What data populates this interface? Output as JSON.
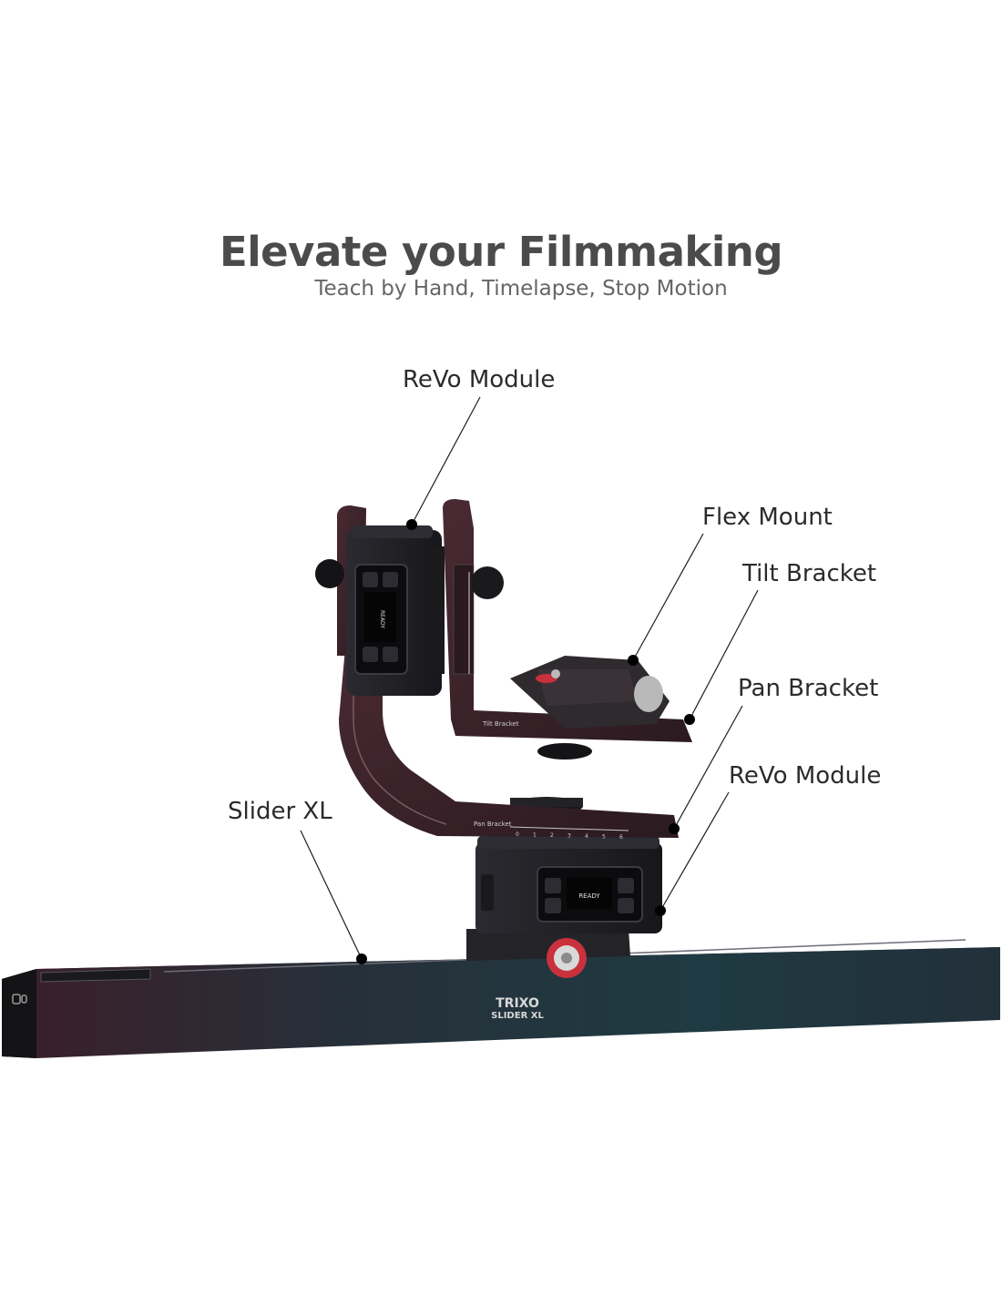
{
  "header": {
    "title": "Elevate your Filmmaking",
    "subtitle": "Teach by Hand, Timelapse, Stop Motion"
  },
  "callouts": [
    {
      "id": "revo-top",
      "label": "ReVo Module"
    },
    {
      "id": "flex-mount",
      "label": "Flex Mount"
    },
    {
      "id": "tilt-bracket",
      "label": "Tilt Bracket"
    },
    {
      "id": "pan-bracket",
      "label": "Pan Bracket"
    },
    {
      "id": "revo-bottom",
      "label": "ReVo Module"
    },
    {
      "id": "slider-xl",
      "label": "Slider XL"
    }
  ],
  "device": {
    "brand": "TRIXO",
    "model": "SLIDER XL",
    "screen_status": "READY",
    "tilt_plate_label": "Tilt Bracket",
    "pan_plate_label": "Pan Bracket",
    "scale_marks": [
      "0",
      "1",
      "2",
      "3",
      "4",
      "5",
      "6"
    ]
  },
  "colors": {
    "heading": "#4b4b4b",
    "body_dark": "#1d1d22",
    "metal_plum": "#3a1f26",
    "slider_teal": "#1f3a40",
    "accent_red": "#c9313c"
  }
}
